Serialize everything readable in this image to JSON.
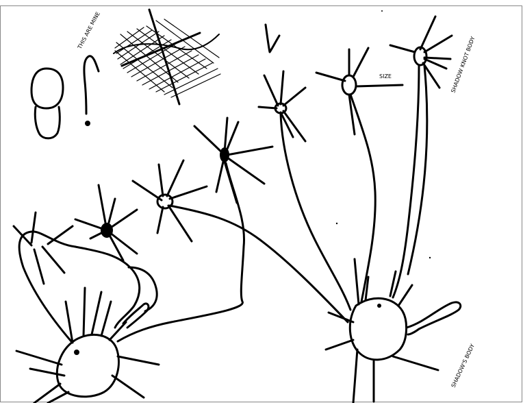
{
  "drawing": {
    "labels": {
      "top_left_note": "THIS ARE MINE",
      "middle_note": "SIZE",
      "top_right_note": "SHADOW KNOT BODY",
      "bottom_right_note": "SHADOW'S BODY"
    },
    "colors": {
      "ink": "#000000",
      "paper": "#ffffff",
      "border": "#888888"
    }
  }
}
